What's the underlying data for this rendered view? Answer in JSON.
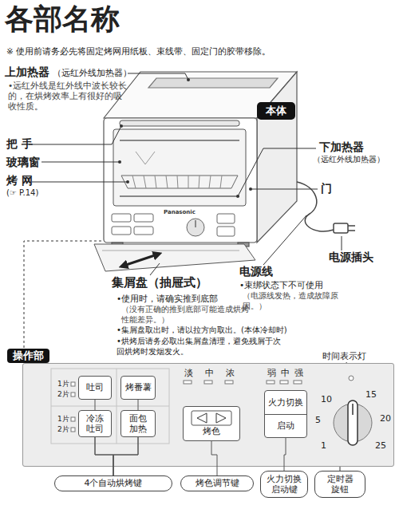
{
  "diagram": {
    "title": "各部名称",
    "nodes": [
      {
        "text": [
          "本体"
        ]
      },
      {
        "text": [
          "操作部"
        ]
      },
      {
        "text": [
          "吐司"
        ],
        "in": 1
      },
      {
        "text": [
          "烤番薯"
        ],
        "in": 1
      },
      {
        "text": [
          "冷冻吐司"
        ],
        "in": 1
      },
      {
        "text": [
          "面包加热"
        ],
        "in": 1
      },
      {
        "text": [
          "烤色"
        ],
        "in": 1
      },
      {
        "text": [
          "火力切换",
          "启动"
        ],
        "in": 1
      },
      {
        "text": [
          "4个自动烘烤键"
        ]
      },
      {
        "text": [
          "烤色调节键"
        ]
      },
      {
        "text": [
          "火力切换启动键"
        ]
      },
      {
        "text": [
          "定时器旋钮"
        ]
      }
    ],
    "edges": [
      {
        "from": 2,
        "to": 8,
        "arrow": "none"
      },
      {
        "from": 3,
        "to": 8,
        "arrow": "none"
      },
      {
        "from": 4,
        "to": 8,
        "arrow": "none"
      },
      {
        "from": 5,
        "to": 8,
        "arrow": "none"
      },
      {
        "from": 6,
        "to": 9,
        "arrow": "none"
      },
      {
        "from": 7,
        "to": 10,
        "arrow": "none"
      }
    ],
    "labels": [
      "※ 使用前请务必先将固定烤网用纸板、束线带、固定门的胶带移除。",
      "上加热器",
      "（远红外线加热器）",
      "•远红外线是红外线中波长较长的，在烘烤效率上有很好的吸收性质。",
      "把 手",
      "玻璃窗",
      "烤 网",
      "(☞ P.14)",
      "下加热器",
      "（远红外线加热器）",
      "门",
      "Panasonic",
      "电源线",
      "电源插头",
      "•束绑状态下不可使用",
      "（电源线发热，造成故障原因。）",
      "集屑盘（抽屉式）",
      "•使用时，请确实推到底部",
      "（没有正确的推到底部可能造成烘烤性能差异。）",
      "•集屑盘取出时，请以拉方向取出。(本体冷却时)",
      "•烘烤后请务必取出集屑盘清理，避免残屑于次回烘烤时发烟发火。",
      "1片",
      "2片",
      "1片",
      "2片",
      "淡",
      "中",
      "浓",
      "弱",
      "中",
      "强",
      "时间表示灯",
      "10",
      "15",
      "5",
      "20",
      "1",
      "25"
    ]
  }
}
